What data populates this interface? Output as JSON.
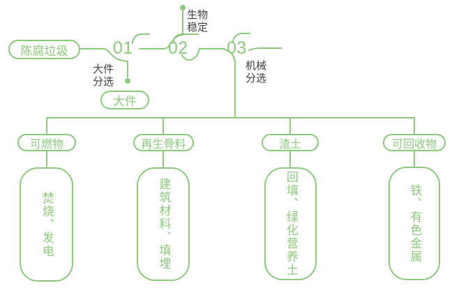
{
  "colors": {
    "green": "#8CC87D",
    "label_text": "#3E3E3E",
    "background": "#FFFFFF"
  },
  "flow": {
    "root": {
      "label": "陈腐垃圾"
    },
    "steps": [
      {
        "number": "01",
        "label_line1": "大件",
        "label_line2": "分选"
      },
      {
        "number": "02",
        "label_line1": "生物",
        "label_line2": "稳定"
      },
      {
        "number": "03",
        "label_line1": "机械",
        "label_line2": "分选"
      }
    ],
    "bulky_item": {
      "label": "大件"
    }
  },
  "branches": [
    {
      "category": "可燃物",
      "output": "焚烧、发电"
    },
    {
      "category": "再生骨料",
      "output": "建筑材料、填埋"
    },
    {
      "category": "渣土",
      "output": "回填、绿化营养土"
    },
    {
      "category": "可回收物",
      "output": "铁、有色金属"
    }
  ]
}
